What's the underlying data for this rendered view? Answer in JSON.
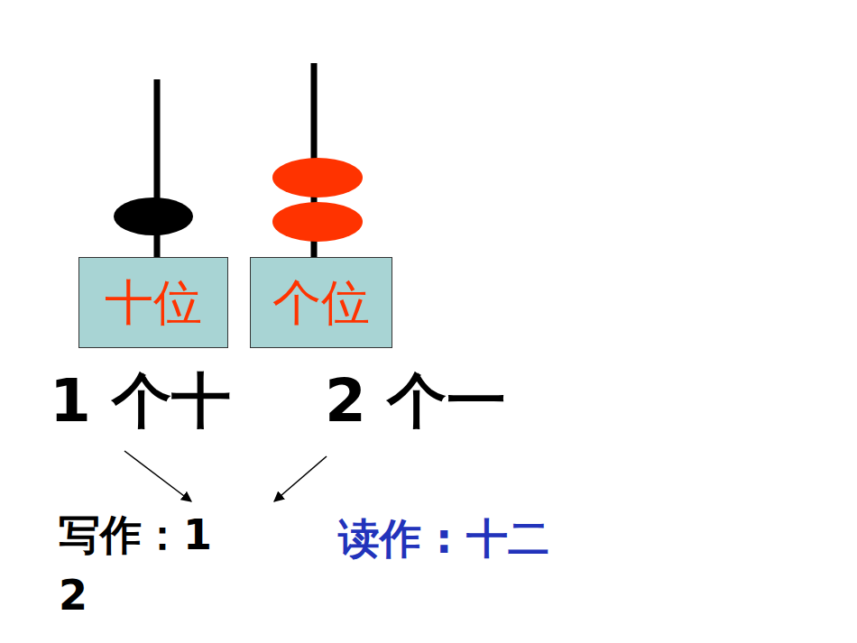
{
  "diagram": {
    "nodes": [
      {
        "text": [
          "十位"
        ]
      },
      {
        "text": [
          "个位"
        ]
      }
    ],
    "labels": [
      "1 个十",
      "2 个一",
      "写作：1 2",
      "读作 : 十二"
    ]
  }
}
